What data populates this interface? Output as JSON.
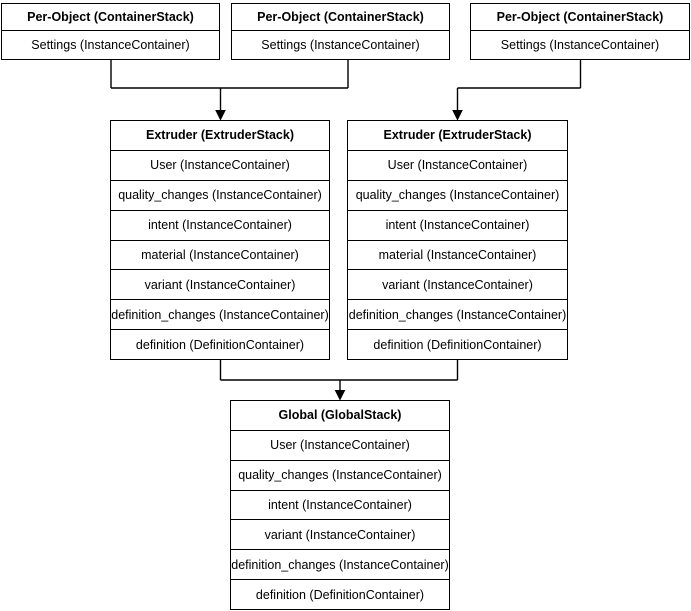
{
  "diagram": {
    "background_color": "#ffffff",
    "stroke_color": "#000000",
    "text_color": "#000000",
    "nodes": {
      "per_object_1": {
        "title": "Per-Object (ContainerStack)",
        "rows": [
          "Settings (InstanceContainer)"
        ]
      },
      "per_object_2": {
        "title": "Per-Object (ContainerStack)",
        "rows": [
          "Settings (InstanceContainer)"
        ]
      },
      "per_object_3": {
        "title": "Per-Object (ContainerStack)",
        "rows": [
          "Settings (InstanceContainer)"
        ]
      },
      "extruder_1": {
        "title": "Extruder (ExtruderStack)",
        "rows": [
          "User (InstanceContainer)",
          "quality_changes (InstanceContainer)",
          "intent (InstanceContainer)",
          "material (InstanceContainer)",
          "variant (InstanceContainer)",
          "definition_changes (InstanceContainer)",
          "definition (DefinitionContainer)"
        ]
      },
      "extruder_2": {
        "title": "Extruder (ExtruderStack)",
        "rows": [
          "User (InstanceContainer)",
          "quality_changes (InstanceContainer)",
          "intent (InstanceContainer)",
          "material (InstanceContainer)",
          "variant (InstanceContainer)",
          "definition_changes (InstanceContainer)",
          "definition (DefinitionContainer)"
        ]
      },
      "global": {
        "title": "Global (GlobalStack)",
        "rows": [
          "User (InstanceContainer)",
          "quality_changes (InstanceContainer)",
          "intent (InstanceContainer)",
          "variant (InstanceContainer)",
          "definition_changes (InstanceContainer)",
          "definition (DefinitionContainer)"
        ]
      }
    },
    "edges": [
      {
        "from": "per_object_1, per_object_2",
        "to": "extruder_1",
        "arrow": "filled-triangle-down"
      },
      {
        "from": "per_object_3",
        "to": "extruder_2",
        "arrow": "filled-triangle-down"
      },
      {
        "from": "extruder_1, extruder_2",
        "to": "global",
        "arrow": "filled-triangle-down"
      }
    ]
  }
}
